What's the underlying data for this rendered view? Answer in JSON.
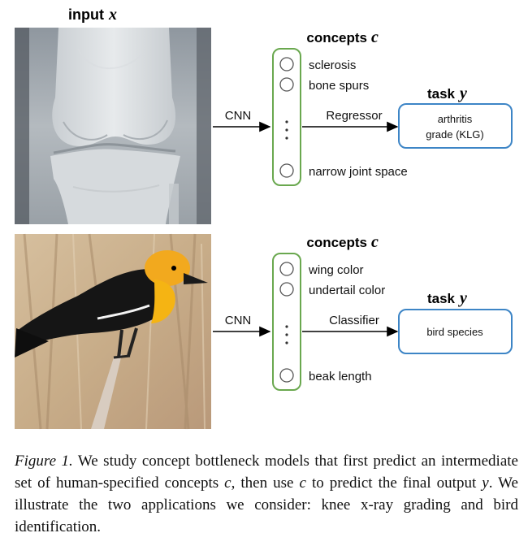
{
  "header": {
    "input_label": "input",
    "input_var": "x"
  },
  "panel_top": {
    "concepts_label": "concepts",
    "concepts_var": "c",
    "encoder": "CNN",
    "head": "Regressor",
    "concepts": [
      "sclerosis",
      "bone spurs",
      "narrow joint space"
    ],
    "task_label": "task",
    "task_var": "y",
    "task_line1": "arthritis",
    "task_line2": "grade (KLG)"
  },
  "panel_bottom": {
    "concepts_label": "concepts",
    "concepts_var": "c",
    "encoder": "CNN",
    "head": "Classifier",
    "concepts": [
      "wing color",
      "undertail color",
      "beak length"
    ],
    "task_label": "task",
    "task_var": "y",
    "task_text": "bird species"
  },
  "caption": {
    "figure_label": "Figure 1.",
    "t1": " We study concept bottleneck models that first predict an intermediate set of human-specified concepts ",
    "var_c1": "c",
    "t2": ", then use ",
    "var_c2": "c",
    "t3": " to predict the final output ",
    "var_y": "y",
    "t4": ". We illustrate the two applications we consider: knee x-ray grading and bird identification."
  },
  "colors": {
    "concept_box": "#6aa84f",
    "task_box": "#3d85c6",
    "arrow": "#000000"
  }
}
